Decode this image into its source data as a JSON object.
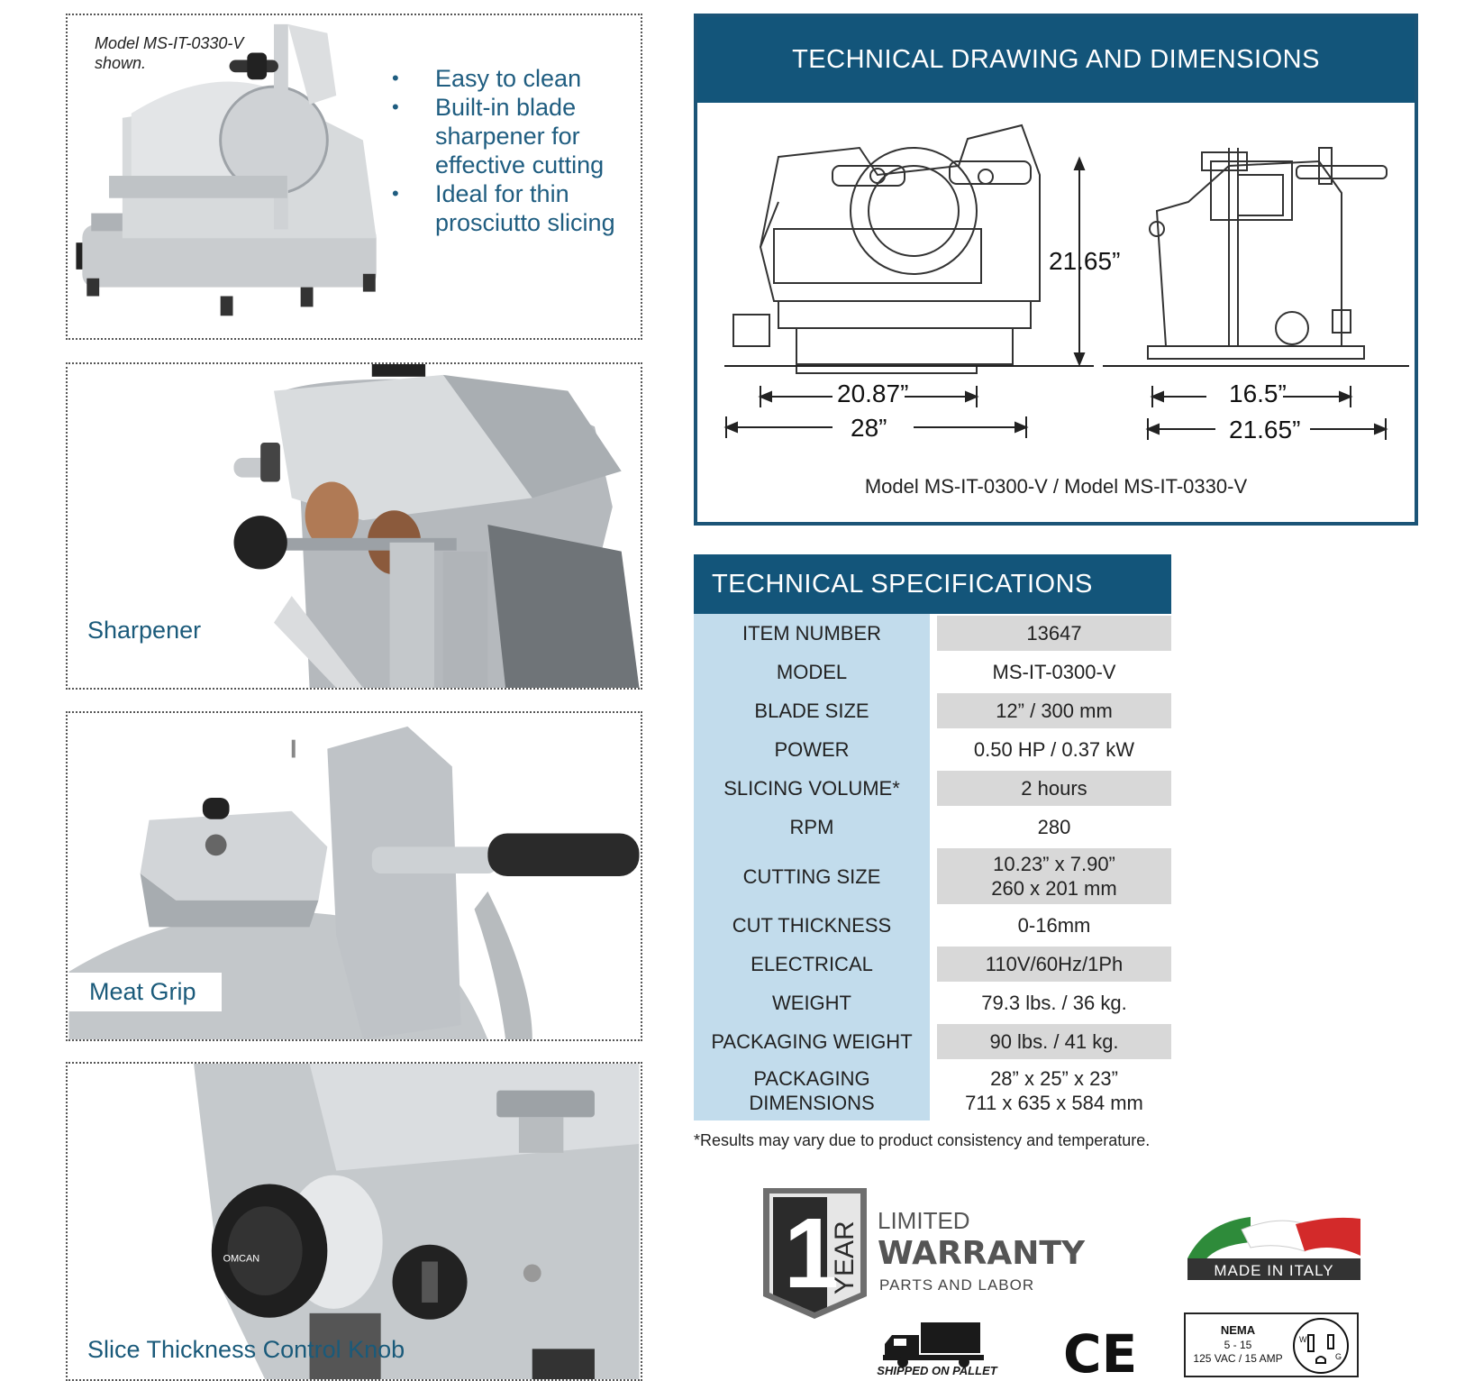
{
  "product_panel": {
    "model_note": "Model MS-IT-0330-V shown.",
    "features": [
      "Easy to clean",
      "Built-in blade sharpener for effective cutting",
      "Ideal for thin prosciutto slicing"
    ]
  },
  "detail_panels": [
    {
      "caption": "Sharpener"
    },
    {
      "caption": "Meat Grip"
    },
    {
      "caption": "Slice Thickness Control Knob"
    }
  ],
  "technical_drawing": {
    "title": "TECHNICAL DRAWING AND DIMENSIONS",
    "dims": {
      "height": "21.65”",
      "front_inner_width": "20.87”",
      "front_outer_width": "28”",
      "side_inner_width": "16.5”",
      "side_outer_width": "21.65”"
    },
    "caption": "Model MS-IT-0300-V / Model MS-IT-0330-V"
  },
  "specs": {
    "title": "TECHNICAL SPECIFICATIONS",
    "rows": [
      {
        "label": "ITEM NUMBER",
        "value": "13647"
      },
      {
        "label": "MODEL",
        "value": "MS-IT-0300-V"
      },
      {
        "label": "BLADE SIZE",
        "value": "12” / 300 mm"
      },
      {
        "label": "POWER",
        "value": "0.50 HP / 0.37 kW"
      },
      {
        "label": "SLICING VOLUME*",
        "value": "2 hours"
      },
      {
        "label": "RPM",
        "value": "280"
      },
      {
        "label": "CUTTING SIZE",
        "value": "10.23” x 7.90”\n260 x 201 mm"
      },
      {
        "label": "CUT THICKNESS",
        "value": "0-16mm"
      },
      {
        "label": "ELECTRICAL",
        "value": "110V/60Hz/1Ph"
      },
      {
        "label": "WEIGHT",
        "value": "79.3 lbs. / 36 kg."
      },
      {
        "label": "PACKAGING  WEIGHT",
        "value": "90 lbs. / 41 kg."
      },
      {
        "label": "PACKAGING\nDIMENSIONS",
        "value": "28” x 25” x 23”\n711 x 635 x 584 mm"
      }
    ],
    "footnote": "*Results may vary due to product consistency and temperature."
  },
  "warranty": {
    "number": "1",
    "year": "YEAR",
    "line1": "LIMITED",
    "line2": "WARRANTY",
    "line3": "PARTS AND LABOR"
  },
  "made_in_italy": {
    "label": "MADE IN ITALY"
  },
  "pallet": {
    "label": "SHIPPED ON PALLET"
  },
  "ce": {
    "label": "CE"
  },
  "nema": {
    "line1": "NEMA",
    "line2": "5 - 15",
    "line3": "125 VAC / 15 AMP",
    "w": "W",
    "g": "G"
  },
  "brand_mark": "OMCAN",
  "colors": {
    "brand_blue": "#13557a",
    "label_blue": "#c2dcec",
    "shade_gray": "#d8d8d8",
    "caption_blue": "#1a5a7a"
  }
}
